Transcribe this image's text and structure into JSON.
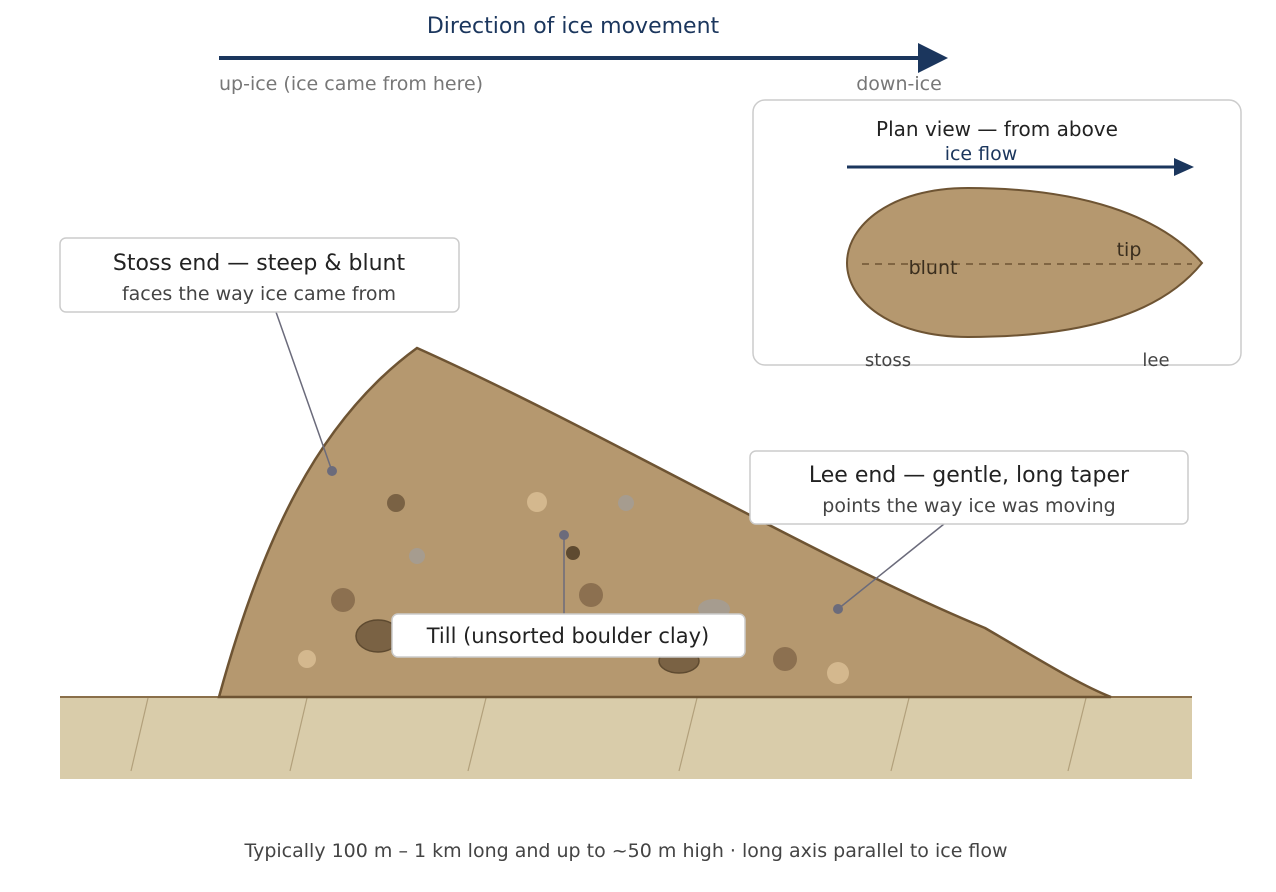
{
  "movement": {
    "title": "Direction of ice movement",
    "up_label": "up-ice (ice came from here)",
    "down_label": "down-ice",
    "arrow_color": "#1b365d"
  },
  "plan_view": {
    "title": "Plan view — from above",
    "flow_label": "ice flow",
    "blunt_label": "blunt",
    "tip_label": "tip",
    "stoss_label": "stoss",
    "lee_label": "lee"
  },
  "callouts": {
    "stoss": {
      "title": "Stoss end — steep & blunt",
      "subtitle": "faces the way ice came from"
    },
    "lee": {
      "title": "Lee end — gentle, long taper",
      "subtitle": "points the way ice was moving"
    },
    "till": {
      "title": "Till (unsorted boulder clay)"
    }
  },
  "footer": {
    "text": "Typically 100 m – 1 km long and up to ~50 m high · long axis parallel to ice flow"
  },
  "colors": {
    "drumlin_fill": "#b5986f",
    "drumlin_stroke": "#6e5433",
    "bedrock_fill": "#d9ccaa",
    "leader_line": "#6b6b7b",
    "muted_text": "#777777",
    "dark_text": "#222222"
  }
}
